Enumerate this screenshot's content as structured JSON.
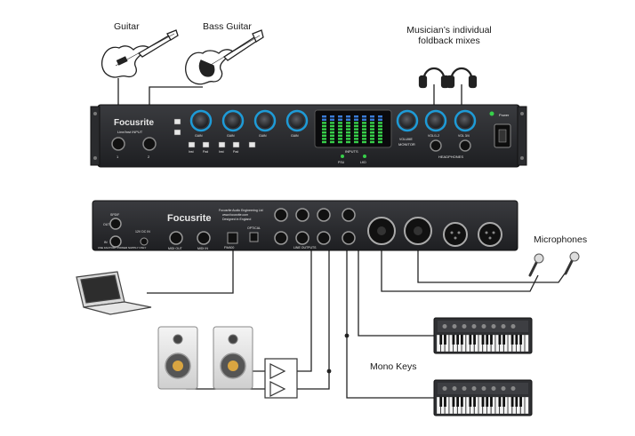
{
  "labels": {
    "guitar": "Guitar",
    "bass_guitar": "Bass Guitar",
    "foldback_line1": "Musician’s individual",
    "foldback_line2": "foldback mixes",
    "microphones": "Microphones",
    "mono_keys": "Mono Keys"
  },
  "front_panel": {
    "brand": "Focusrite",
    "line_inst_input": "Line/Inst INPUT",
    "input_1": "1",
    "input_2": "2",
    "knob_labels": [
      "GAIN",
      "GAIN",
      "GAIN",
      "GAIN"
    ],
    "meter_label": "INPUTS",
    "monitor_label": "MONITOR",
    "headphones_label": "HEADPHONES",
    "power_label": "Power",
    "vol_labels": [
      "VOLUME",
      "VOL/1-2",
      "VOL 3/4"
    ],
    "inst_labels": [
      "Inst",
      "Pad",
      "Inst",
      "Pad"
    ],
    "status_labels": [
      "PSU",
      "LKD"
    ]
  },
  "rear_panel": {
    "brand": "Focusrite",
    "eng_line1": "Focusrite Audio Engineering Ltd",
    "eng_line2": "www.focusrite.com",
    "designed": "Designed in England",
    "spdif": "SPDIF",
    "out": "OUT",
    "in": "IN",
    "dc_in": "12V DC IN",
    "midi_out": "MIDI OUT",
    "midi_in": "MIDI IN",
    "firewire": "FW400",
    "optical": "OPTICAL",
    "line_outputs": "LINE OUTPUTS",
    "footer": "USE FACTORY POWER SUPPLY ONLY"
  },
  "colors": {
    "knob_accent": "#1e9bd7",
    "meter_green": "#37d04a",
    "meter_blue": "#3a7bd5",
    "panel_dark": "#2b2c2f",
    "cable": "#222222"
  }
}
